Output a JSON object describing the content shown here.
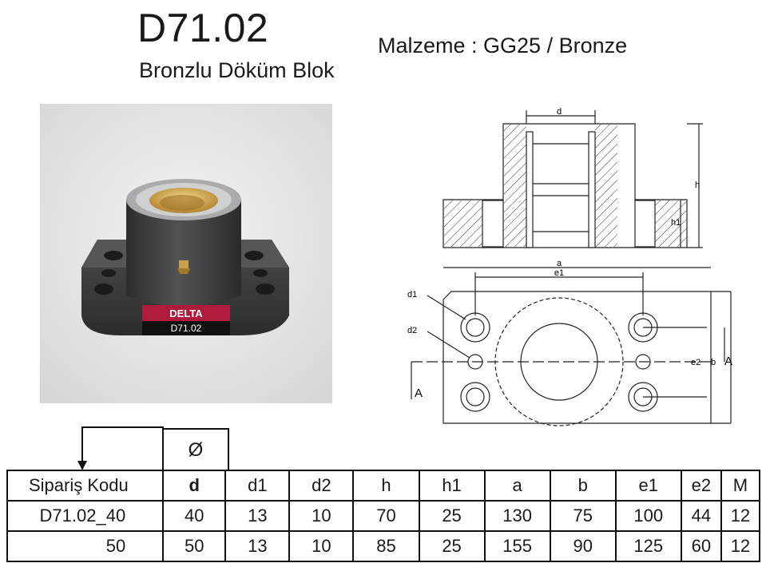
{
  "header": {
    "title": "D71.02",
    "subtitle": "Bronzlu Döküm Blok",
    "material": "Malzeme : GG25 / Bronze"
  },
  "photo": {
    "badge_brand": "DELTA",
    "badge_code": "D71.02"
  },
  "drawing": {
    "side_labels": {
      "d": "d",
      "h": "h",
      "h1": "h1"
    },
    "top_labels": {
      "a": "a",
      "e1": "e1",
      "d1": "d1",
      "d2": "d2",
      "e2": "e2",
      "b": "b",
      "section_left": "A",
      "section_right": "A"
    }
  },
  "table": {
    "phi": "Ø",
    "headers": [
      "Sipariş Kodu",
      "d",
      "d1",
      "d2",
      "h",
      "h1",
      "a",
      "b",
      "e1",
      "e2",
      "M"
    ],
    "rows": [
      [
        "D71.02_40",
        "40",
        "13",
        "10",
        "70",
        "25",
        "130",
        "75",
        "100",
        "44",
        "12"
      ],
      [
        "50",
        "50",
        "13",
        "10",
        "85",
        "25",
        "155",
        "90",
        "125",
        "60",
        "12"
      ]
    ]
  },
  "colors": {
    "block": "#3b3c3e",
    "bronze": "#c9a14a",
    "badge": "#b01a3c"
  }
}
